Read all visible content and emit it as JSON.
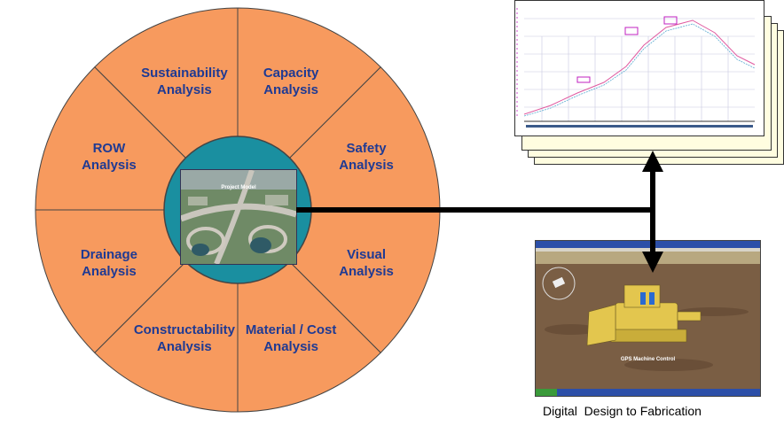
{
  "wheel": {
    "colors": {
      "segment": "#f79a5e",
      "hub": "#1a8fa0",
      "stroke": "#444444",
      "label": "#1f3a93"
    },
    "segments": [
      {
        "label": "Sustainability\nAnalysis"
      },
      {
        "label": "Capacity\nAnalysis"
      },
      {
        "label": "Safety\nAnalysis"
      },
      {
        "label": "Visual\nAnalysis"
      },
      {
        "label": "Material / Cost\nAnalysis"
      },
      {
        "label": "Constructability\nAnalysis"
      },
      {
        "label": "Drainage\nAnalysis"
      },
      {
        "label": "ROW\nAnalysis"
      }
    ],
    "hub_image_label": "Project Model"
  },
  "screen": {
    "overlay_label": "GPS Machine Control"
  },
  "caption": "Digital  Design to Fabrication"
}
